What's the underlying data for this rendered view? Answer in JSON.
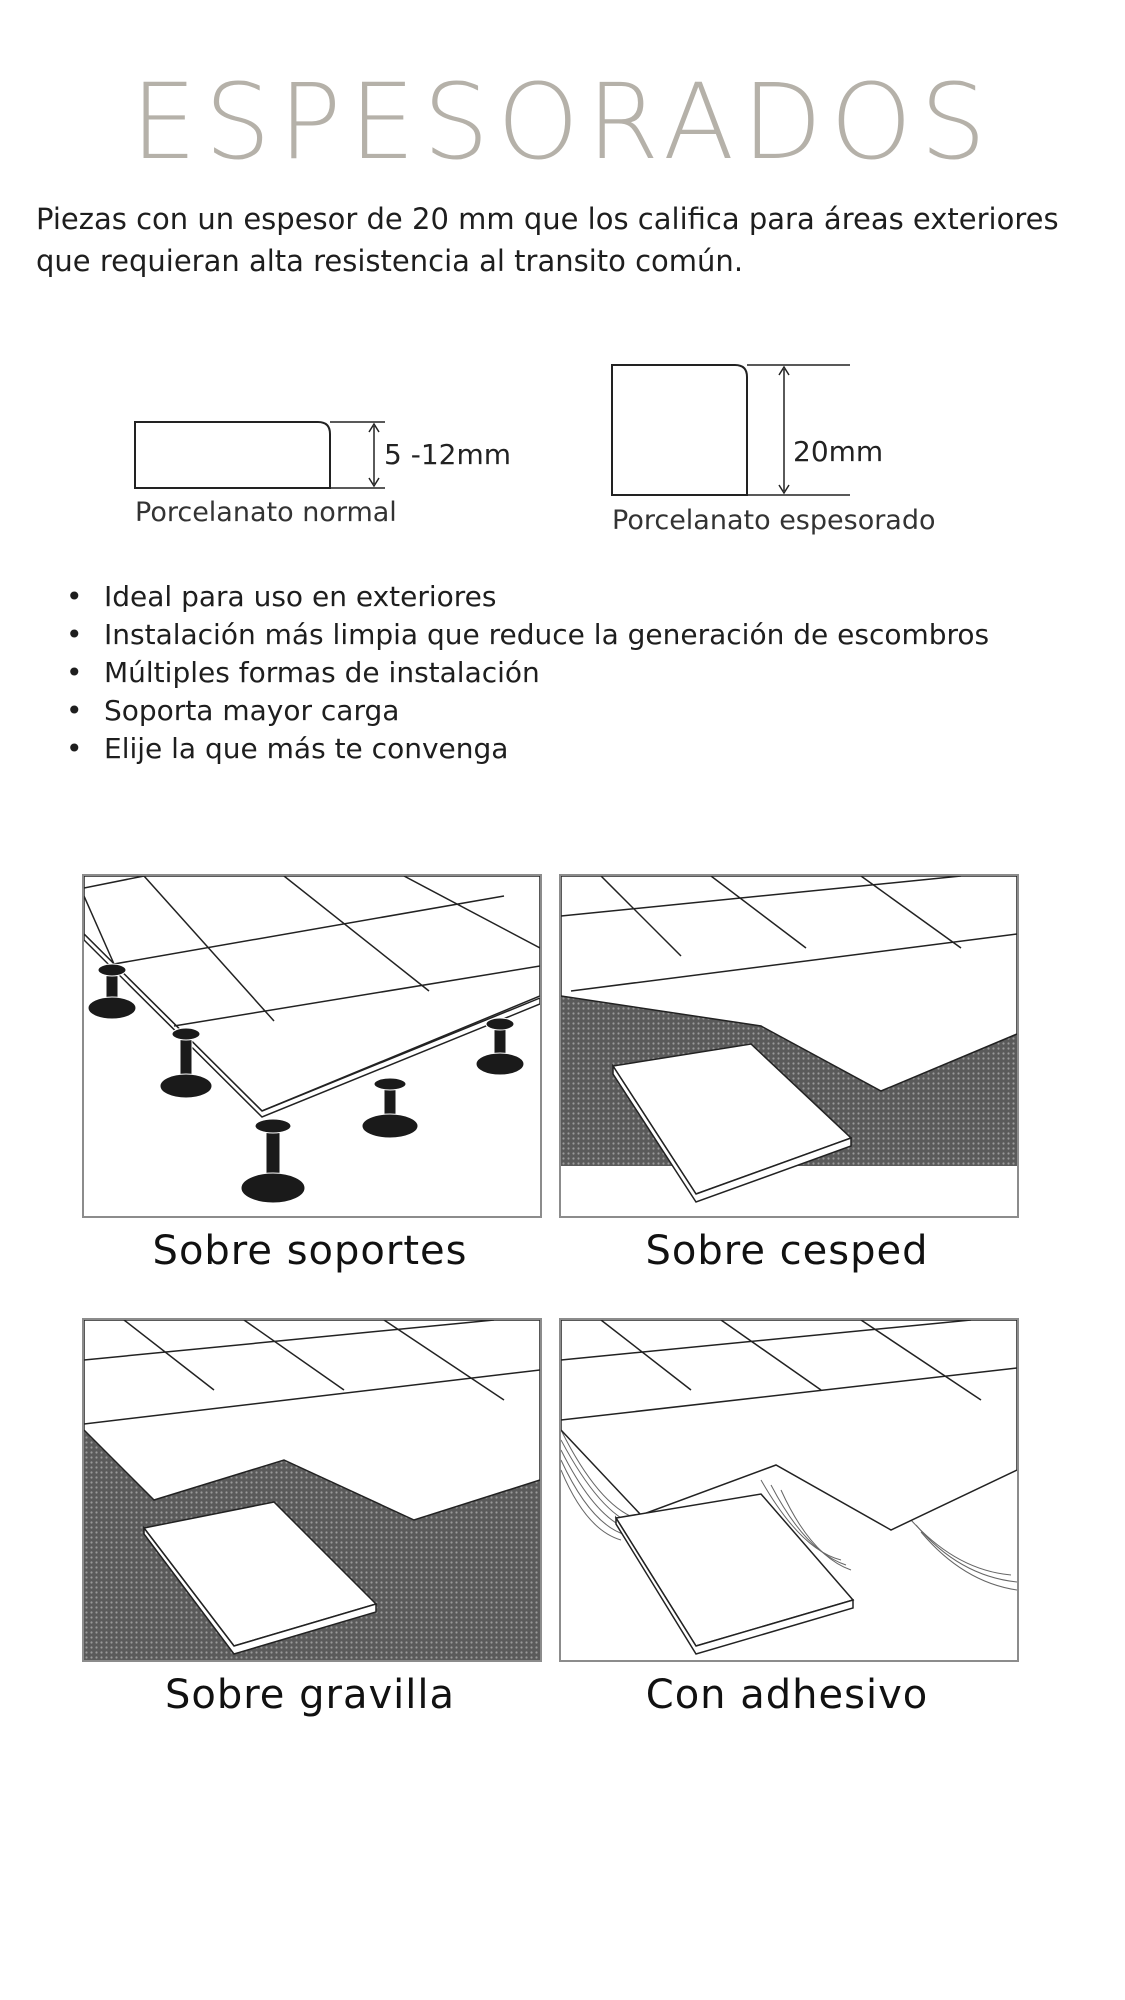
{
  "title": "ESPESORADOS",
  "intro": "Piezas con un espesor de 20 mm que los califica para áreas exteriores que requieran alta resistencia al transito común.",
  "thickness": {
    "normal": {
      "dimension": "5 -12mm",
      "caption": "Porcelanato normal"
    },
    "thick": {
      "dimension": "20mm",
      "caption": "Porcelanato espesorado"
    }
  },
  "bullet_char": "•",
  "features": [
    "Ideal para uso en exteriores",
    "Instalación más limpia que reduce la generación de escombros",
    "Múltiples formas de instalación",
    "Soporta mayor carga",
    "Elije la que más te convenga"
  ],
  "installations": [
    {
      "label": "Sobre soportes",
      "illustration": "pedestal-supports"
    },
    {
      "label": "Sobre cesped",
      "illustration": "grass-base"
    },
    {
      "label": "Sobre gravilla",
      "illustration": "gravel-base"
    },
    {
      "label": "Con adhesivo",
      "illustration": "adhesive-base"
    }
  ]
}
